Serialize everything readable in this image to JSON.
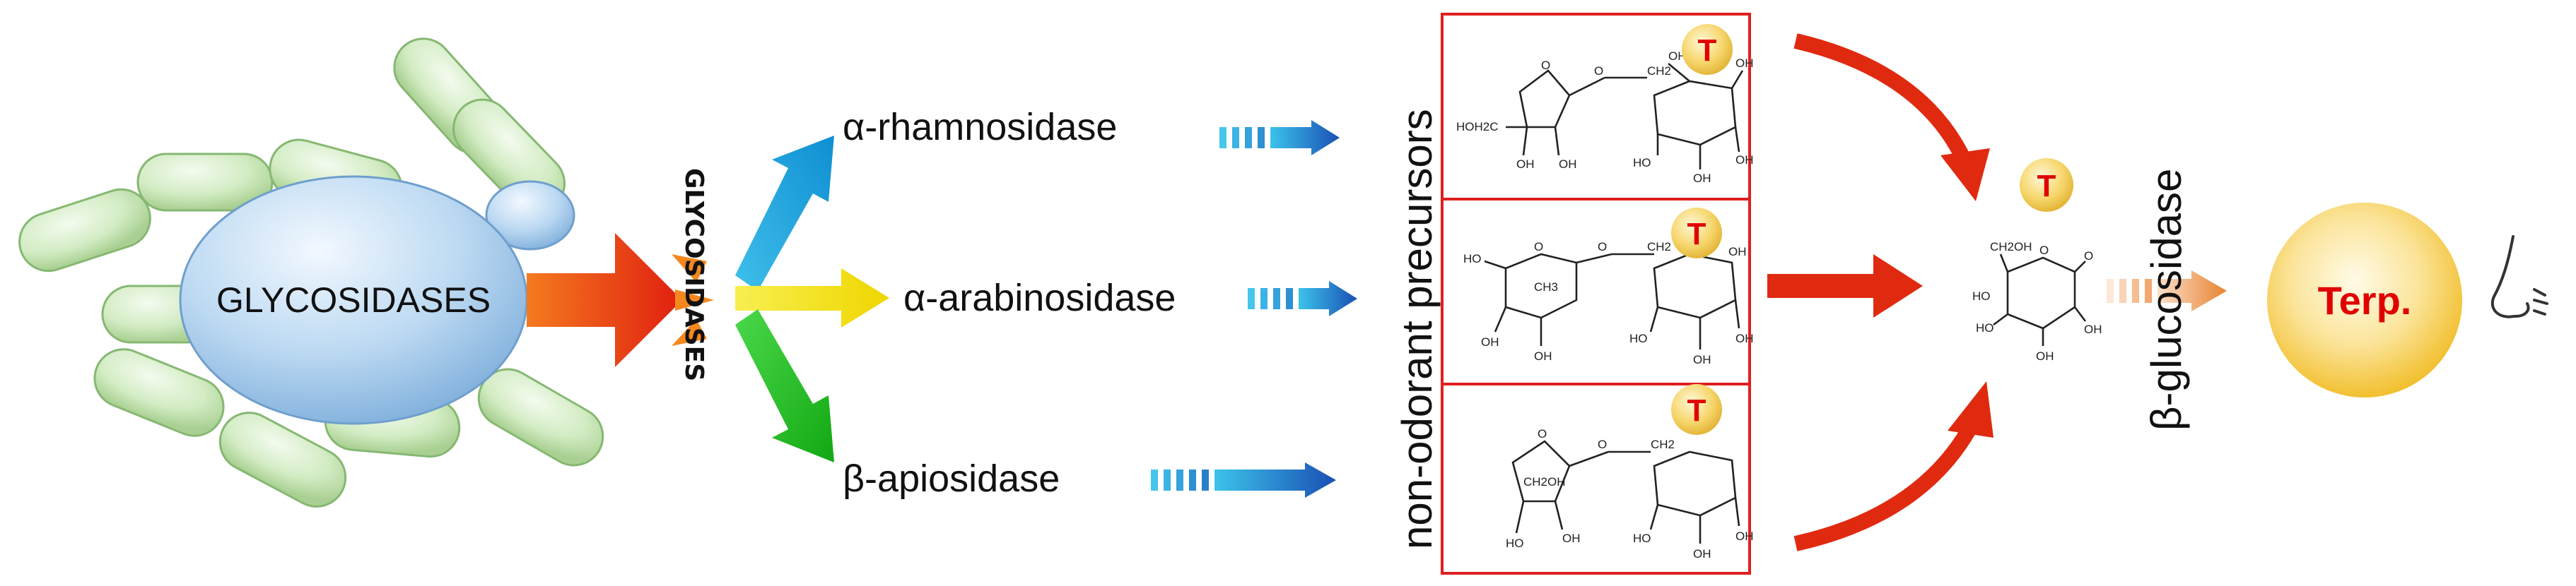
{
  "cell": {
    "label": "GLYCOSIDASES"
  },
  "hub": {
    "label": "GLYCOSIDASES"
  },
  "enzymes": [
    {
      "label": "α-rhamnosidase"
    },
    {
      "label": "α-arabinosidase"
    },
    {
      "label": "β-apiosidase"
    }
  ],
  "precursors": {
    "label": "non-odorant precursors"
  },
  "molecules": {
    "terpene_marker": "T",
    "panel1": [
      "O",
      "CH2",
      "O",
      "HOH2C",
      "OH",
      "OH",
      "OH",
      "OH",
      "HO",
      "OH",
      "OH"
    ],
    "panel2": [
      "O",
      "CH2",
      "O",
      "HO",
      "CH3",
      "OH",
      "OH",
      "OH",
      "HO",
      "OH",
      "OH"
    ],
    "panel3": [
      "O",
      "CH2",
      "O",
      "CH2OH",
      "OH",
      "HO",
      "OH",
      "HO",
      "OH"
    ],
    "glucoside": [
      "CH2OH",
      "O",
      "O",
      "HO",
      "HO",
      "OH",
      "OH"
    ]
  },
  "glucosidase": {
    "label": "β-glucosidase"
  },
  "terpene": {
    "label": "Terp."
  },
  "colors": {
    "bacteria_fill": "#d3ecc4",
    "cell_fill": "#bcd9f2",
    "main_arrow": "#e02a10",
    "arrow_cyan": "#1aa8de",
    "arrow_yellow": "#f2e600",
    "arrow_green": "#2fc22f",
    "dashed_arrow": "#1f6fc0",
    "panel_border": "#e02020",
    "marker_fill": "#f6d56a",
    "terp_fill": "#f8cf45",
    "label_red": "#e00000"
  },
  "icons": {
    "nose": "nose-icon"
  }
}
